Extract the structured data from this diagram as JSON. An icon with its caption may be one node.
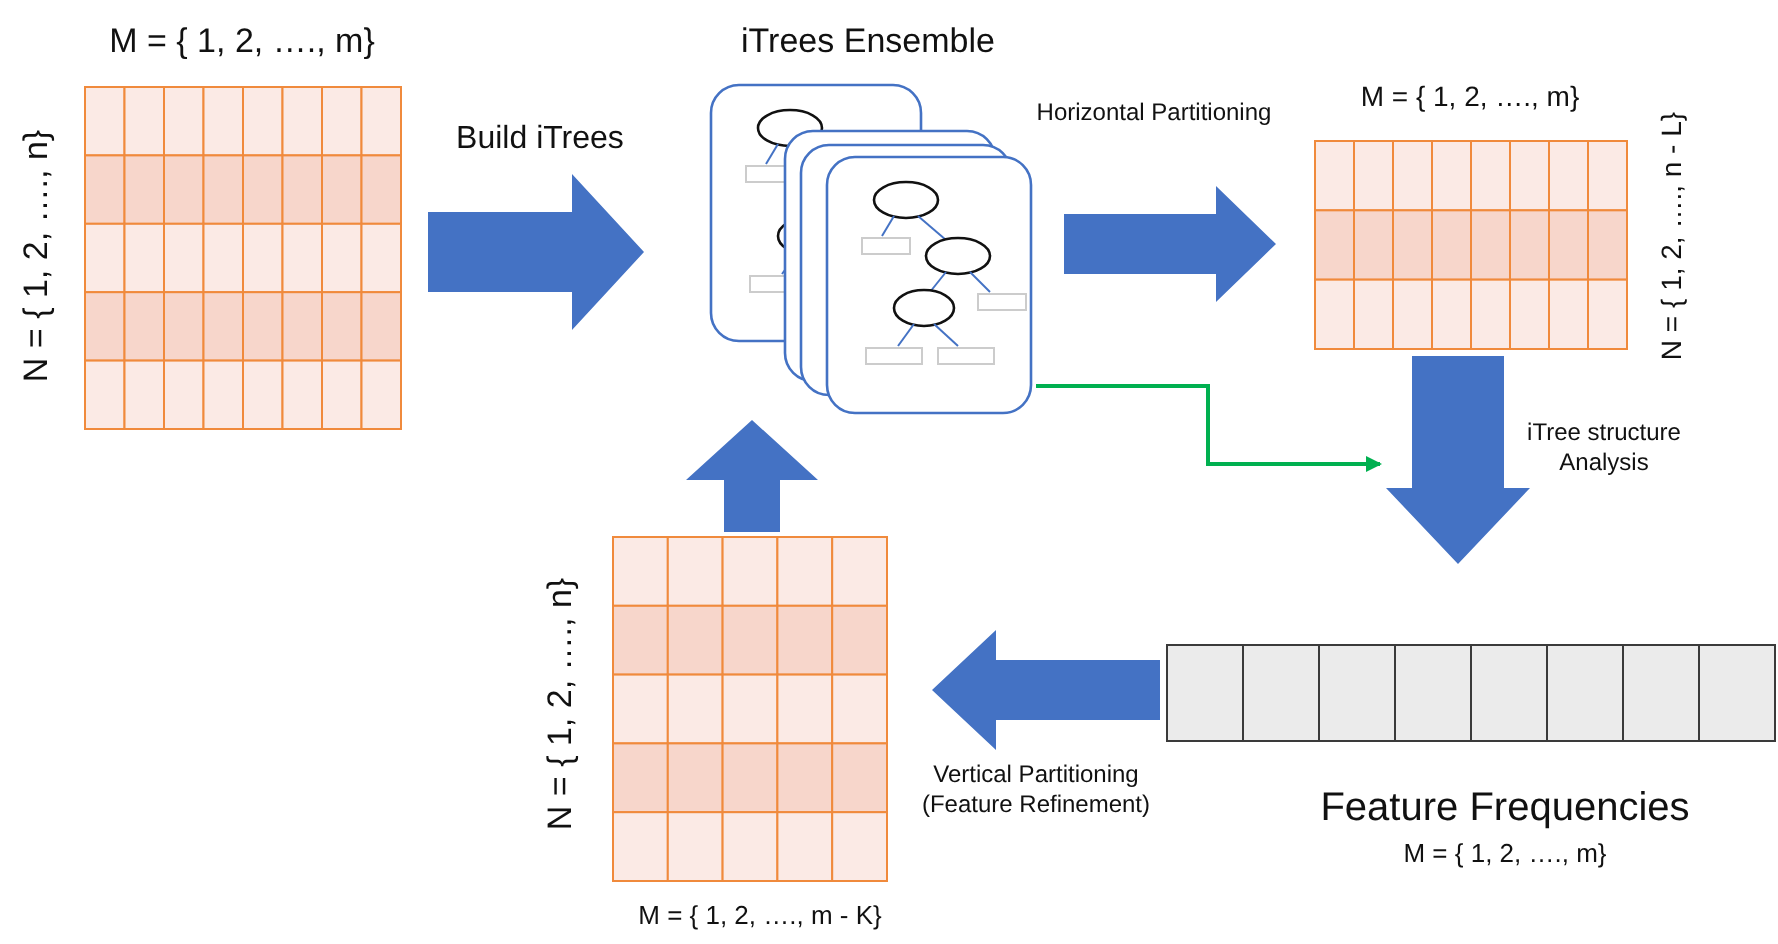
{
  "diagram": {
    "nodes": [
      {
        "text": [
          "M = { 1, 2, …., m}",
          "N = { 1, 2, …., n}"
        ]
      },
      {
        "text": [
          "iTrees Ensemble"
        ]
      },
      {
        "text": [
          "M = { 1, 2, …., m}",
          "N = { 1, 2, …., n - L}"
        ]
      },
      {
        "text": [
          "Feature Frequencies",
          "M = { 1, 2, …., m}"
        ]
      },
      {
        "text": [
          "N = { 1, 2, …., n}",
          "M = { 1, 2, …., m - K}"
        ]
      }
    ],
    "edges": [
      {
        "from": 0,
        "to": 1,
        "arrow": "to",
        "label": "Build iTrees",
        "style": "thick"
      },
      {
        "from": 1,
        "to": 2,
        "arrow": "to",
        "label": "Horizontal Partitioning",
        "style": "thick"
      },
      {
        "from": 2,
        "to": 3,
        "arrow": "to",
        "label": "iTree structure Analysis",
        "style": "thick"
      },
      {
        "from": 3,
        "to": 4,
        "arrow": "to",
        "label": "Vertical Partitioning (Feature Refinement)",
        "style": "thick"
      },
      {
        "from": 4,
        "to": 1,
        "arrow": "to",
        "style": "thick"
      },
      {
        "from": 1,
        "to": null,
        "arrow": "to",
        "color": "#00b050"
      }
    ]
  }
}
